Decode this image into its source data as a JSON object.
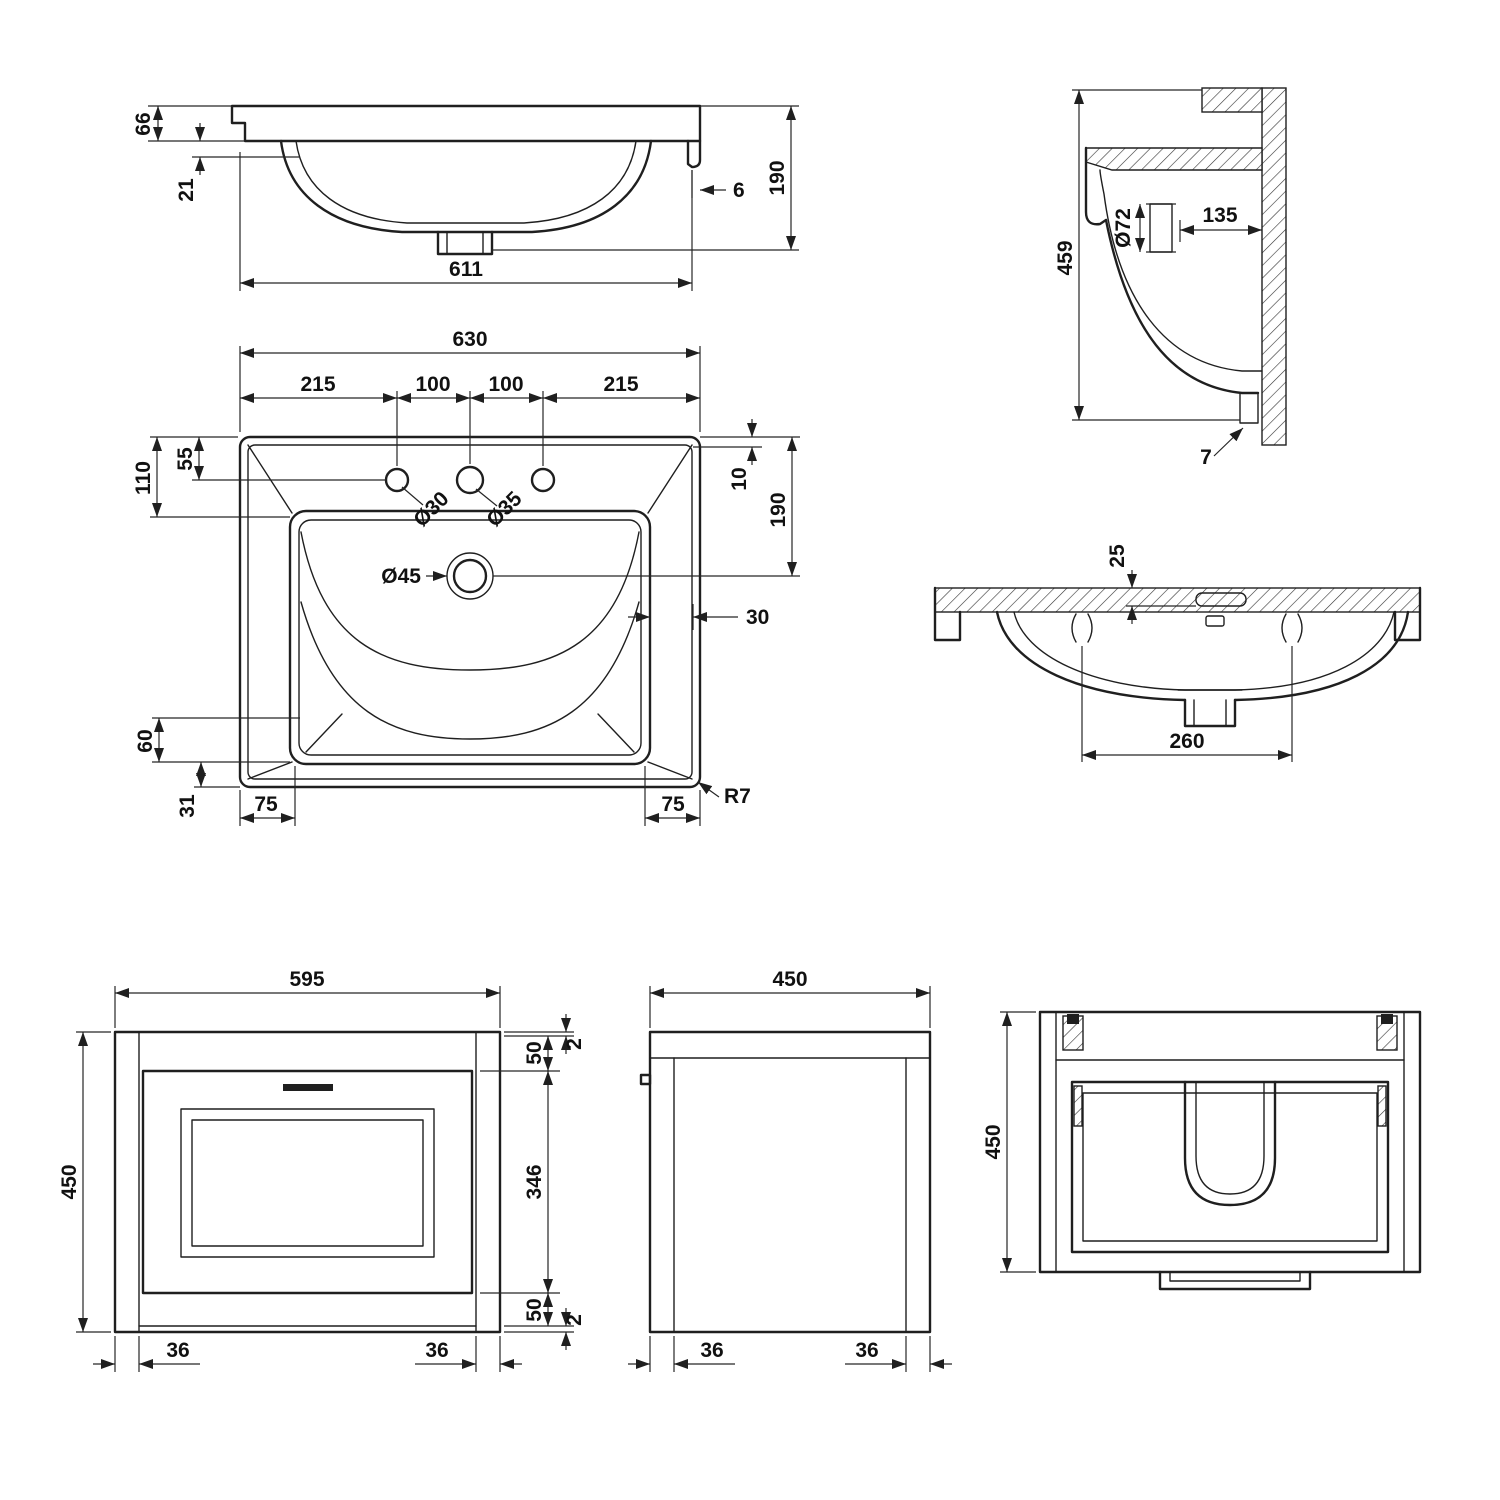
{
  "doc": {
    "background": "#ffffff",
    "ink": "#1f1f1f",
    "kind": "basin and vanity unit dimension drawing"
  },
  "views": {
    "basin_front": {
      "d66": "66",
      "d21": "21",
      "d611": "611",
      "d6": "6",
      "d190": "190"
    },
    "basin_plan": {
      "d630": "630",
      "d215l": "215",
      "d100a": "100",
      "d100b": "100",
      "d215r": "215",
      "d110": "110",
      "d55": "55",
      "dia30": "Ø30",
      "dia35": "Ø35",
      "dia45": "Ø45",
      "d10": "10",
      "d190": "190",
      "d30": "30",
      "d60": "60",
      "d31": "31",
      "d75l": "75",
      "d75r": "75",
      "r7": "R7"
    },
    "basin_side": {
      "d459": "459",
      "dia72": "Ø72",
      "d135": "135",
      "d7": "7"
    },
    "basin_section": {
      "d25": "25",
      "d260": "260"
    },
    "vanity_front": {
      "d595": "595",
      "d450": "450",
      "d2t": "2",
      "d50t": "50",
      "d346": "346",
      "d50b": "50",
      "d2b": "2",
      "d36l": "36",
      "d36r": "36"
    },
    "vanity_side": {
      "d450": "450",
      "d36f": "36",
      "d36b": "36"
    },
    "vanity_rear": {
      "d450": "450"
    }
  }
}
